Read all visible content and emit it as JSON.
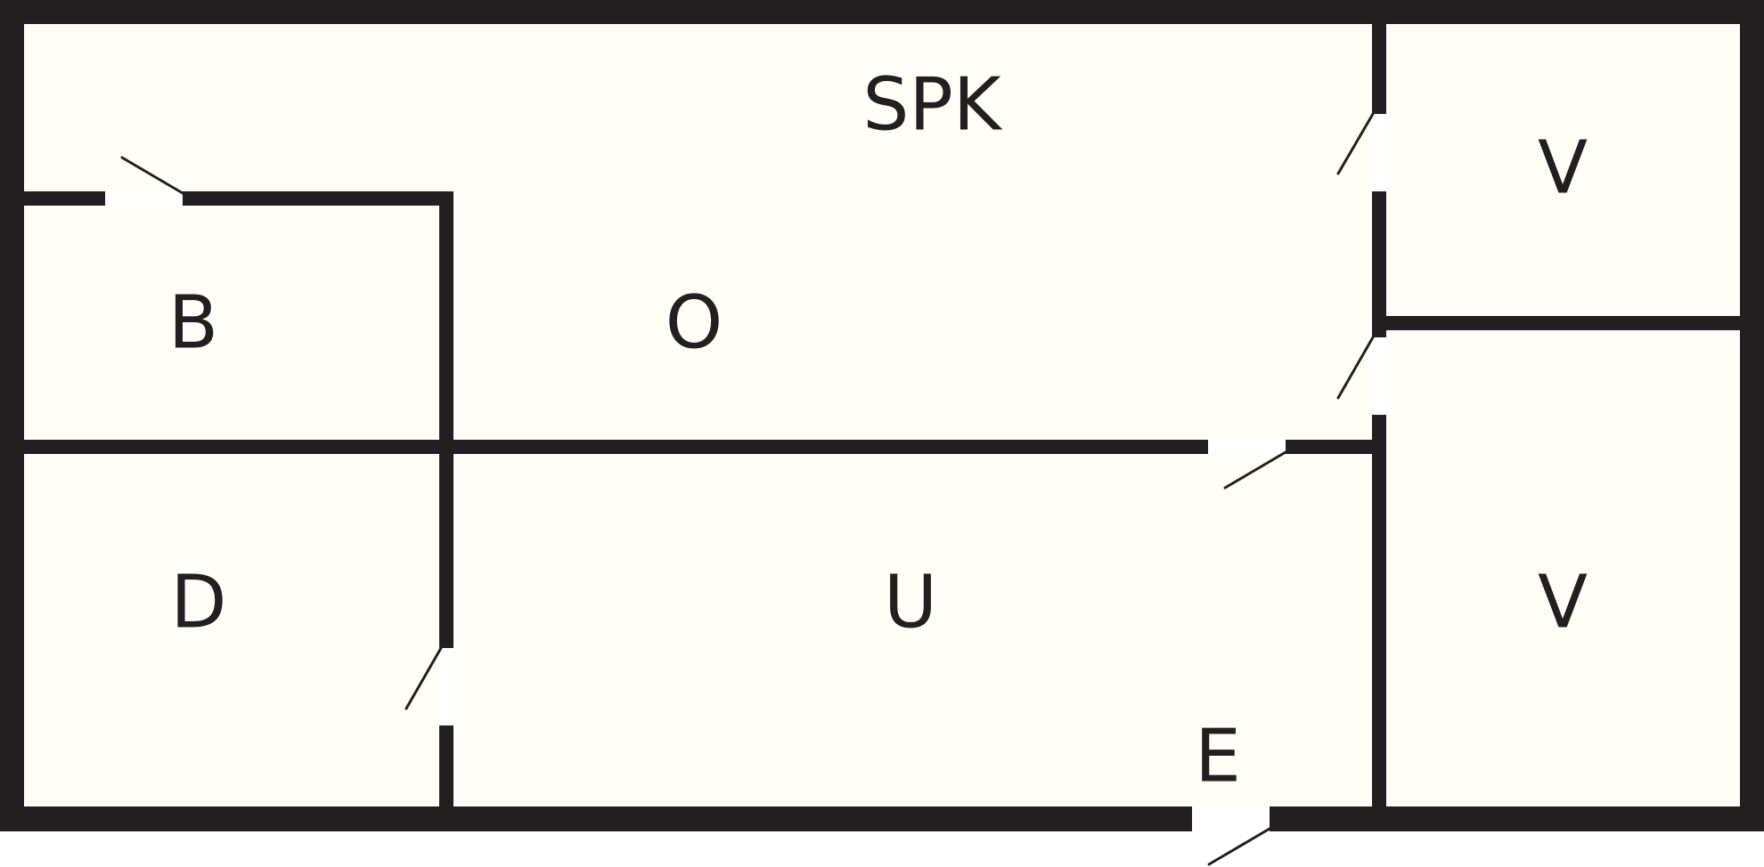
{
  "colors": {
    "wall": "#231f20",
    "floor": "#fffff8",
    "opening": "#ffffff"
  },
  "rooms": {
    "spk": "SPK",
    "b": "B",
    "o": "O",
    "v1": "V",
    "d": "D",
    "u": "U",
    "v2": "V",
    "e": "E"
  }
}
